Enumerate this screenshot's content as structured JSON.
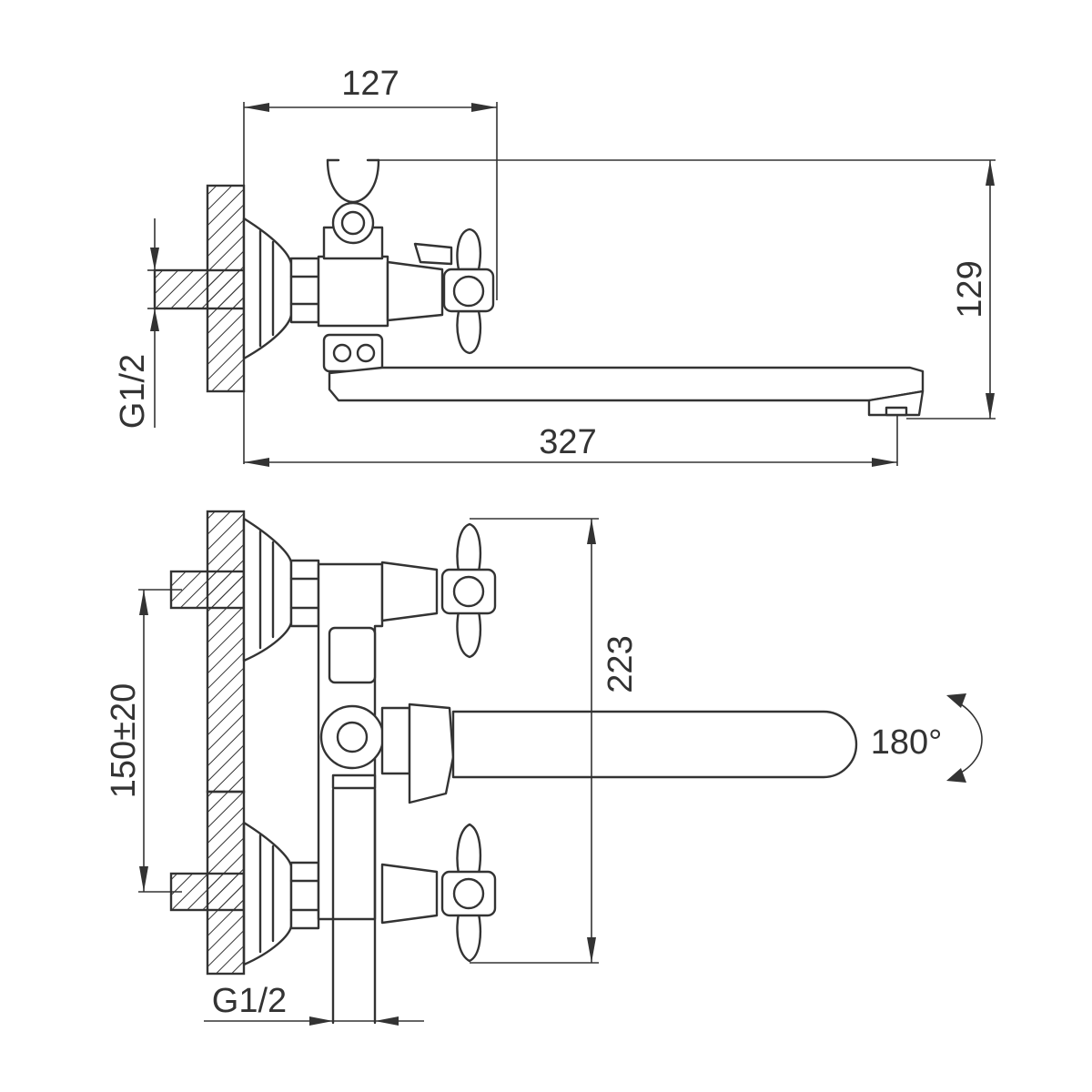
{
  "dimensions": {
    "top_width": "127",
    "top_height": "129",
    "top_length": "327",
    "top_thread": "G1/2",
    "front_spacing": "150±20",
    "front_height": "223",
    "front_thread": "G1/2",
    "rotation": "180°"
  }
}
